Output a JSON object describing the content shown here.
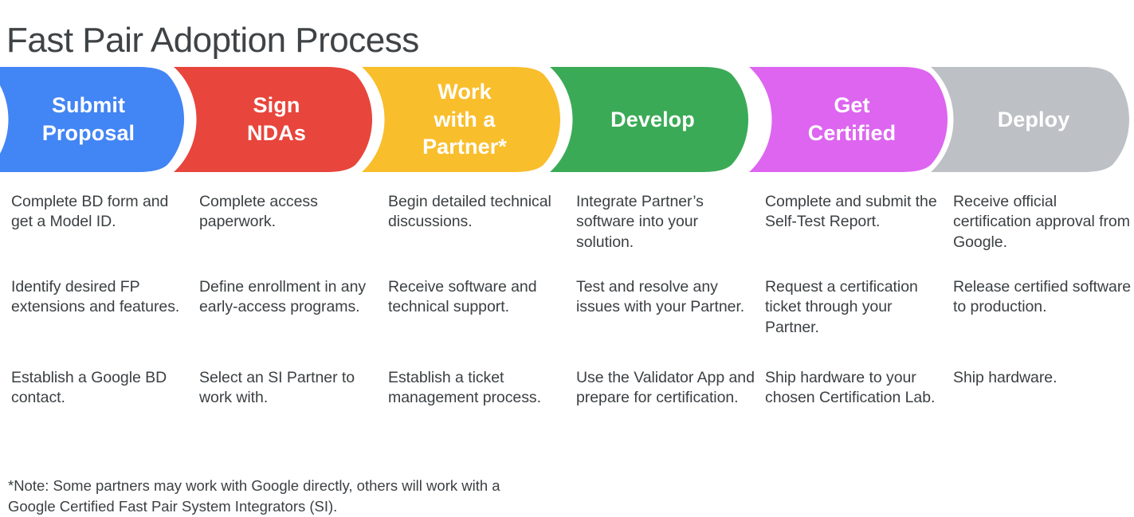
{
  "page": {
    "title": "Fast Pair Adoption Process"
  },
  "banner": {
    "stages": [
      {
        "id": "submit-proposal",
        "label": "Submit\nProposal",
        "color": "#4285F4",
        "text_color": "#FFFFFF"
      },
      {
        "id": "sign-ndas",
        "label": "Sign\nNDAs",
        "color": "#E8453C",
        "text_color": "#FFFFFF"
      },
      {
        "id": "work-with-a-partner",
        "label": "Work\nwith a\nPartner*",
        "color": "#F9BE2C",
        "text_color": "#FFFFFF"
      },
      {
        "id": "develop",
        "label": "Develop",
        "color": "#3BAA57",
        "text_color": "#FFFFFF"
      },
      {
        "id": "get-certified",
        "label": "Get\nCertified",
        "color": "#DD65F0",
        "text_color": "#FFFFFF"
      },
      {
        "id": "deploy",
        "label": "Deploy",
        "color": "#BDC1C6",
        "text_color": "#FFFFFF"
      }
    ]
  },
  "details": {
    "columns": [
      {
        "stage": "submit-proposal",
        "items": [
          "Complete BD form and get a Model ID.",
          "Identify desired FP extensions and features.",
          "Establish a Google BD contact."
        ]
      },
      {
        "stage": "sign-ndas",
        "items": [
          "Complete access paperwork.",
          "Define enrollment in any early-access programs.",
          "Select an SI Partner to work with."
        ]
      },
      {
        "stage": "work-with-a-partner",
        "items": [
          "Begin detailed technical discussions.",
          "Receive software and technical support.",
          "Establish a ticket management process."
        ]
      },
      {
        "stage": "develop",
        "items": [
          "Integrate Partner’s software into your solution.",
          "Test and resolve any issues with your Partner.",
          "Use the Validator App and prepare for certification."
        ]
      },
      {
        "stage": "get-certified",
        "items": [
          "Complete and submit the Self-Test Report.",
          "Request a certification ticket through your Partner.",
          "Ship hardware to your chosen Certification Lab."
        ]
      },
      {
        "stage": "deploy",
        "items": [
          "Receive official certification approval from Google.",
          "Release certified software to production.",
          "Ship hardware."
        ]
      }
    ]
  },
  "footnote": {
    "text": "*Note: Some partners may work with Google directly, others will work with a\nGoogle Certified Fast Pair System Integrators (SI)."
  }
}
